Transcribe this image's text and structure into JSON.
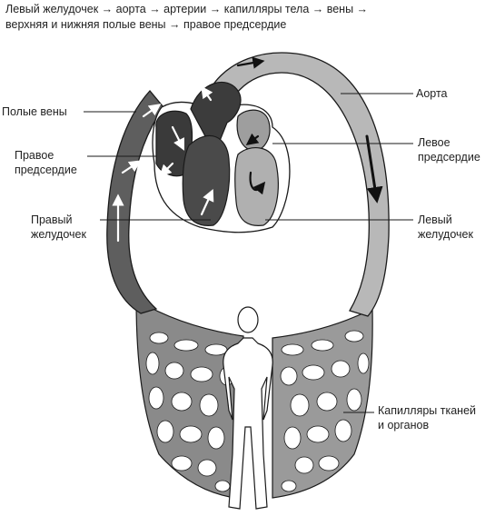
{
  "caption": {
    "line1": "Левый желудочек → аорта → артерии → капилляры тела → вены →",
    "line2": "верхняя и нижняя полые вены → правое предсердие"
  },
  "labels": {
    "vena_cava": "Полые вены",
    "right_atrium_1": "Правое",
    "right_atrium_2": "предсердие",
    "right_ventricle_1": "Правый",
    "right_ventricle_2": "желудочек",
    "aorta": "Аорта",
    "left_atrium_1": "Левое",
    "left_atrium_2": "предсердие",
    "left_ventricle_1": "Левый",
    "left_ventricle_2": "желудочек",
    "capillaries_1": "Капилляры тканей",
    "capillaries_2": "и органов"
  },
  "colors": {
    "venous_blood": "#5e5e5e",
    "arterial_blood": "#b8b8b8",
    "outline": "#1a1a1a",
    "arrow_light": "#ffffff",
    "arrow_dark": "#111111"
  }
}
